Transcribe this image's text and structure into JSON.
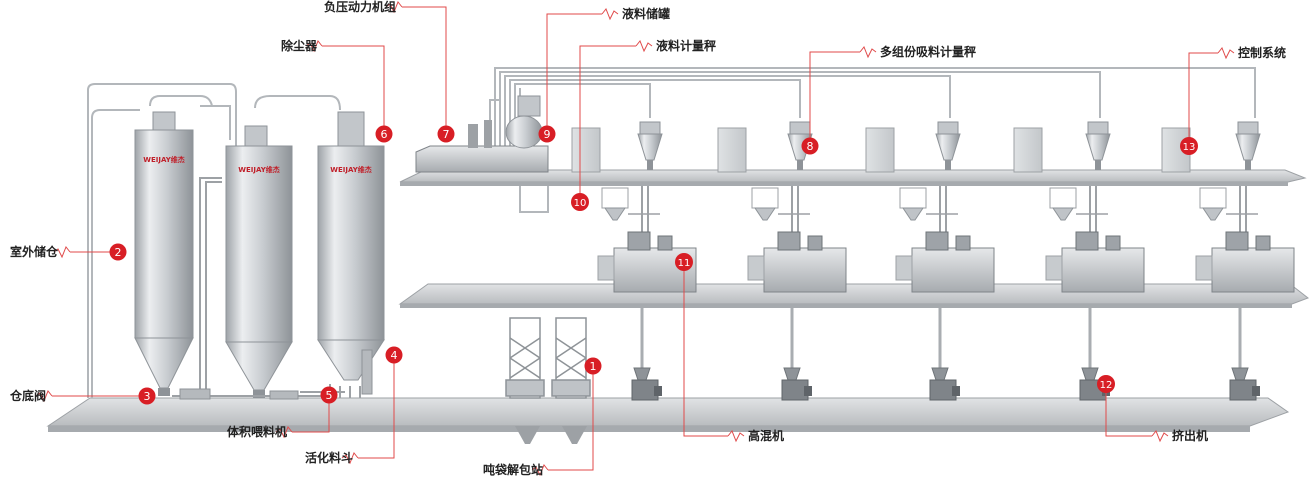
{
  "labels": {
    "l1": "吨袋解包站",
    "l2": "室外储仓",
    "l3": "仓底阀",
    "l4": "活化料斗",
    "l5": "体积喂料机",
    "l6": "除尘器",
    "l7": "负压动力机组",
    "l8": "多组份吸料计量秤",
    "l9": "液料储罐",
    "l10": "液料计量秤",
    "l11": "高混机",
    "l12": "挤出机",
    "l13": "控制系统"
  },
  "markers": [
    "1",
    "2",
    "3",
    "4",
    "5",
    "6",
    "7",
    "8",
    "9",
    "10",
    "11",
    "12",
    "13"
  ],
  "brand": "WEIJAY维杰",
  "colors": {
    "marker": "#d81e25",
    "leader": "#e04a4a",
    "platform": "#cfd1d3",
    "steel": "#b8bcc0",
    "pipe": "#a9adb1"
  }
}
